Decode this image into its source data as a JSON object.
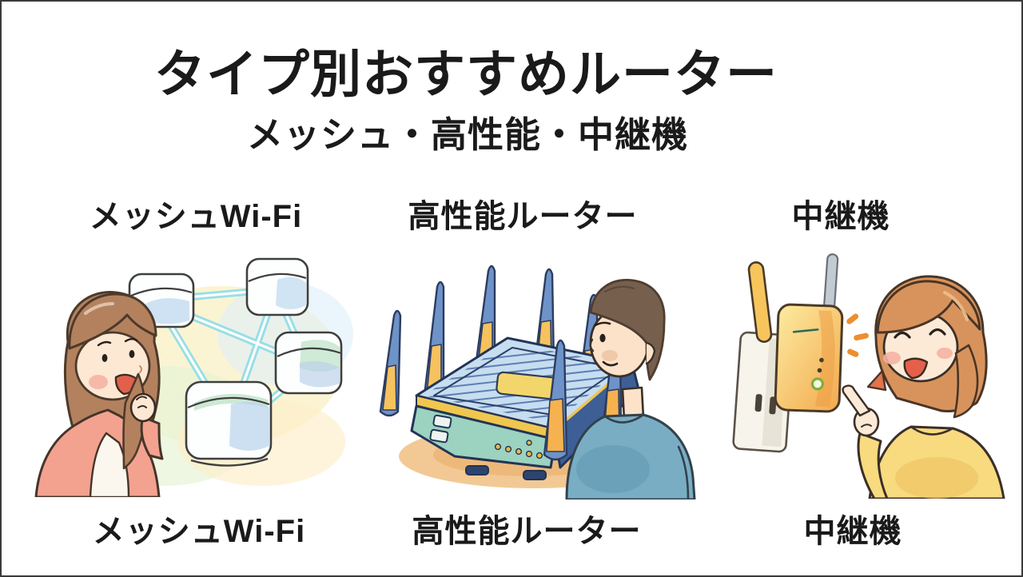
{
  "header": {
    "title": "タイプ別おすすめルーター",
    "subtitle": "メッシュ・高性能・中継機"
  },
  "sections": [
    {
      "id": "mesh-wifi",
      "top_label": "メッシュWi-Fi",
      "bottom_label": "メッシュWi-Fi",
      "illustration": "mesh-wifi-nodes-with-woman"
    },
    {
      "id": "high-performance-router",
      "top_label": "高性能ルーター",
      "bottom_label": "高性能ルーター",
      "illustration": "multi-antenna-router-with-man"
    },
    {
      "id": "repeater",
      "top_label": "中継機",
      "bottom_label": "中継機",
      "illustration": "wall-plug-repeater-with-woman"
    }
  ],
  "colors": {
    "frame_border": "#3a3a3a",
    "text": "#1a1a1a",
    "wash_yellow": "#faf0c4",
    "wash_green": "#e7f4d6",
    "wash_blue": "#ddeefa",
    "mesh_line_cyan": "#8fdde8",
    "cube_tint_blue": "#bdd8ef",
    "cube_tint_green": "#bfe3c8",
    "skin": "#fde8d4",
    "blush": "#f5b2a4",
    "mouth": "#e2604b",
    "woman1_hair": "#b4815e",
    "woman1_cardigan": "#f3a28f",
    "router_top_blue": "#c7ddf0",
    "router_teal": "#9cd2c0",
    "router_navy": "#3d5f96",
    "router_outline": "#223455",
    "router_yellow": "#f0c64f",
    "antenna_blue": "#6e93c9",
    "shadow_orange": "#f0bf82",
    "man_hair": "#76604d",
    "man_shirt": "#79adc4",
    "outlet_plate": "#f7f4ec",
    "device_orange_light": "#fdeb9f",
    "device_orange": "#f2a94f",
    "antenna_gray": "#c2cad2",
    "led_green": "#7fae3f",
    "spark_orange": "#ec8f2f",
    "woman2_hair": "#d8935c",
    "woman2_sweater": "#f8da7f"
  }
}
